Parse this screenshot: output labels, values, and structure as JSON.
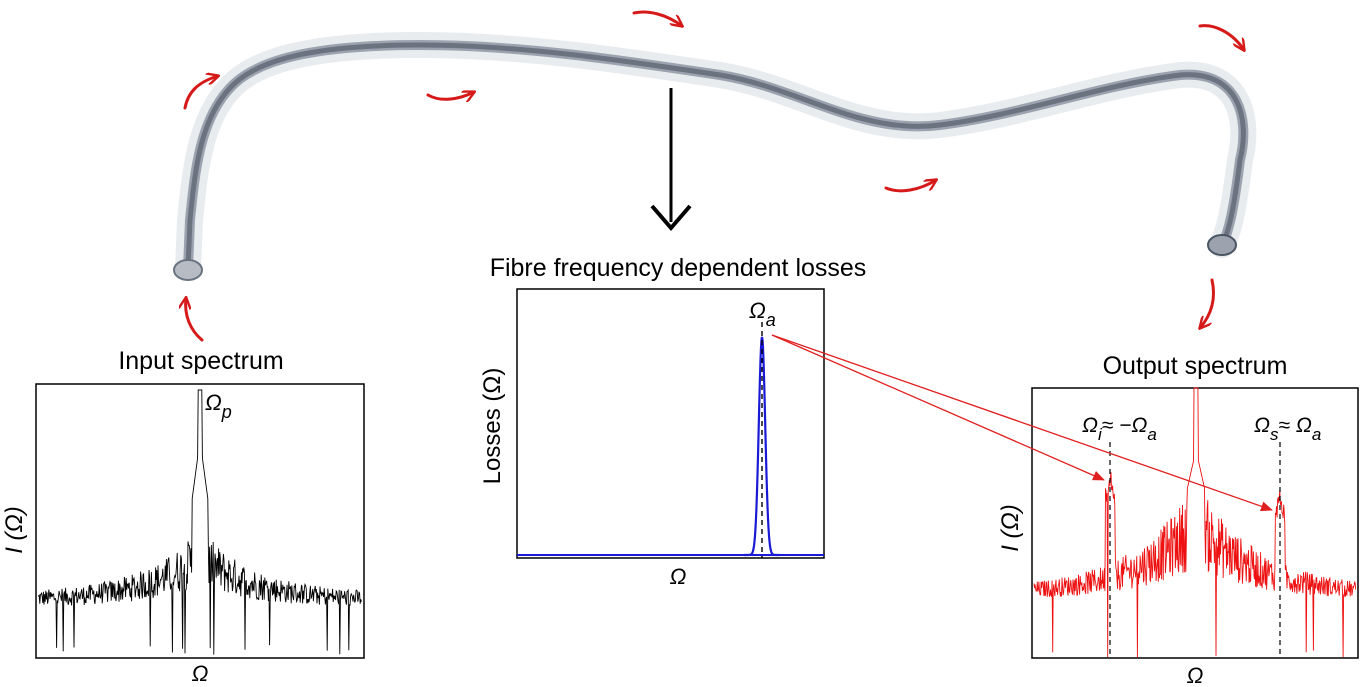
{
  "losses_panel": {
    "title": "Fibre frequency dependent losses",
    "ylabel": "Losses (Ω)",
    "xlabel": "Ω",
    "peak_label": {
      "base": "Ω",
      "sub": "a"
    },
    "curve_color": "#1a1ad6"
  },
  "input_panel": {
    "title": "Input spectrum",
    "ylabel": {
      "base": "I",
      "rest": " (Ω)"
    },
    "xlabel": "Ω",
    "peak_label": {
      "base": "Ω",
      "sub": "p"
    },
    "trace_color": "#000000"
  },
  "output_panel": {
    "title": "Output spectrum",
    "ylabel": {
      "base": "I",
      "rest": " (Ω)"
    },
    "xlabel": "Ω",
    "idler_label": {
      "base": "Ω",
      "sub": "i",
      "rest": "≈ −Ω",
      "sub2": "a"
    },
    "signal_label": {
      "base": "Ω",
      "sub": "s",
      "rest": "≈ Ω",
      "sub2": "a"
    },
    "trace_color": "#ee1111"
  },
  "colors": {
    "fibre": "#6b7280",
    "propagation_arrows": "#d61a1a",
    "mapping_arrows": "#e02020"
  }
}
